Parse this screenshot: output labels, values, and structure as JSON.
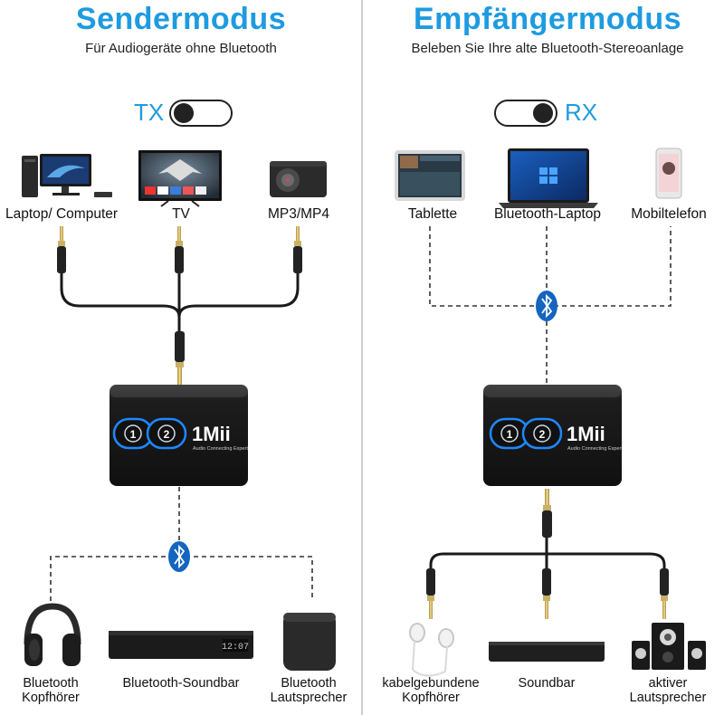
{
  "left": {
    "title": "Sendermodus",
    "subtitle": "Für Audiogeräte ohne Bluetooth",
    "toggle_label": "TX",
    "sources": [
      "Laptop/ Computer",
      "TV",
      "MP3/MP4"
    ],
    "outputs": [
      {
        "line1": "Bluetooth",
        "line2": "Kopfhörer"
      },
      {
        "line1": "Bluetooth-Soundbar",
        "line2": ""
      },
      {
        "line1": "Bluetooth",
        "line2": "Lautsprecher"
      }
    ],
    "soundbar_display": "12:07"
  },
  "right": {
    "title": "Empfängermodus",
    "subtitle": "Beleben Sie Ihre alte Bluetooth-Stereoanlage",
    "toggle_label": "RX",
    "sources": [
      "Tablette",
      "Bluetooth-Laptop",
      "Mobiltelefon"
    ],
    "outputs": [
      {
        "line1": "kabelgebundene",
        "line2": "Kopfhörer"
      },
      {
        "line1": "Soundbar",
        "line2": ""
      },
      {
        "line1": "aktiver Lautsprecher",
        "line2": ""
      }
    ]
  },
  "device": {
    "brand": "1Mii",
    "tagline": "Audio Connecting Expert",
    "button1": "1",
    "button2": "2"
  },
  "colors": {
    "accent": "#1e9be0",
    "bluetooth": "#1565c0",
    "device": "#1c1c1c"
  }
}
